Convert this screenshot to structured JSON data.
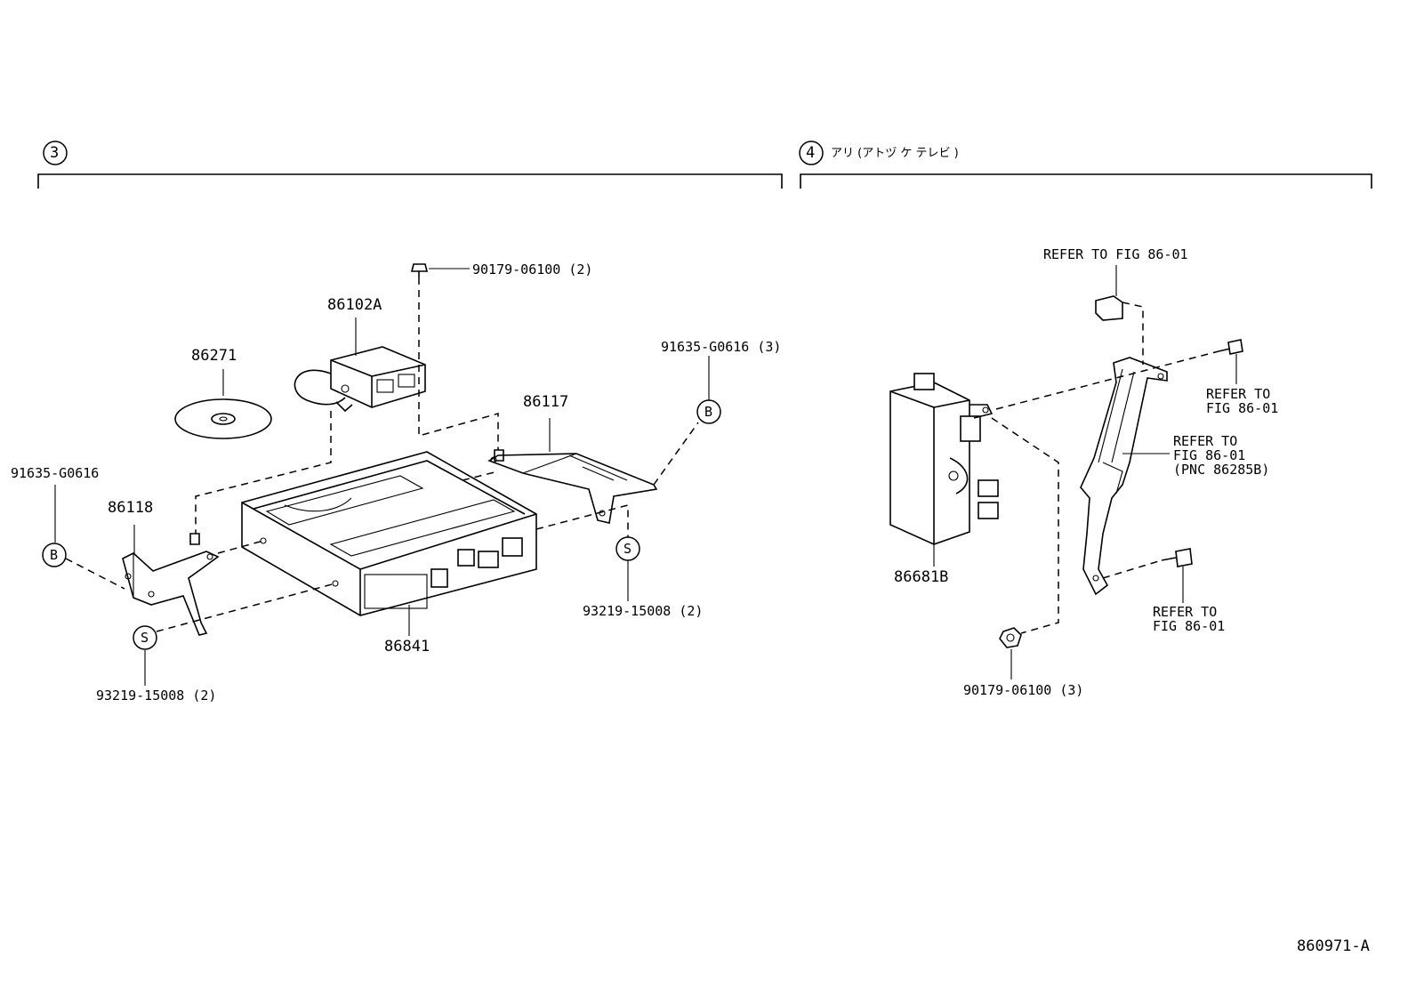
{
  "section3": {
    "marker": "3"
  },
  "section4": {
    "marker": "4",
    "title": "アリ (アトヅ ケ テレビ )"
  },
  "callouts": {
    "b_left": "B",
    "b_right": "B",
    "s_left": "S",
    "s_right": "S"
  },
  "parts": {
    "p86102a": "86102A",
    "p86271": "86271",
    "p90179_top": "90179-06100 (2)",
    "p91635_right": "91635-G0616 (3)",
    "p86117": "86117",
    "p91635_left": "91635-G0616",
    "p86118": "86118",
    "p93219_right": "93219-15008 (2)",
    "p86841": "86841",
    "p93219_left": "93219-15008 (2)",
    "refer_top": "REFER TO FIG 86-01",
    "refer_bolt1": "REFER TO\nFIG 86-01",
    "refer_bracket": "REFER TO\nFIG 86-01\n(PNC 86285B)",
    "refer_bolt2": "REFER TO\nFIG 86-01",
    "p86681b": "86681B",
    "p90179_bottom": "90179-06100 (3)"
  },
  "footer": {
    "code": "860971-A"
  }
}
